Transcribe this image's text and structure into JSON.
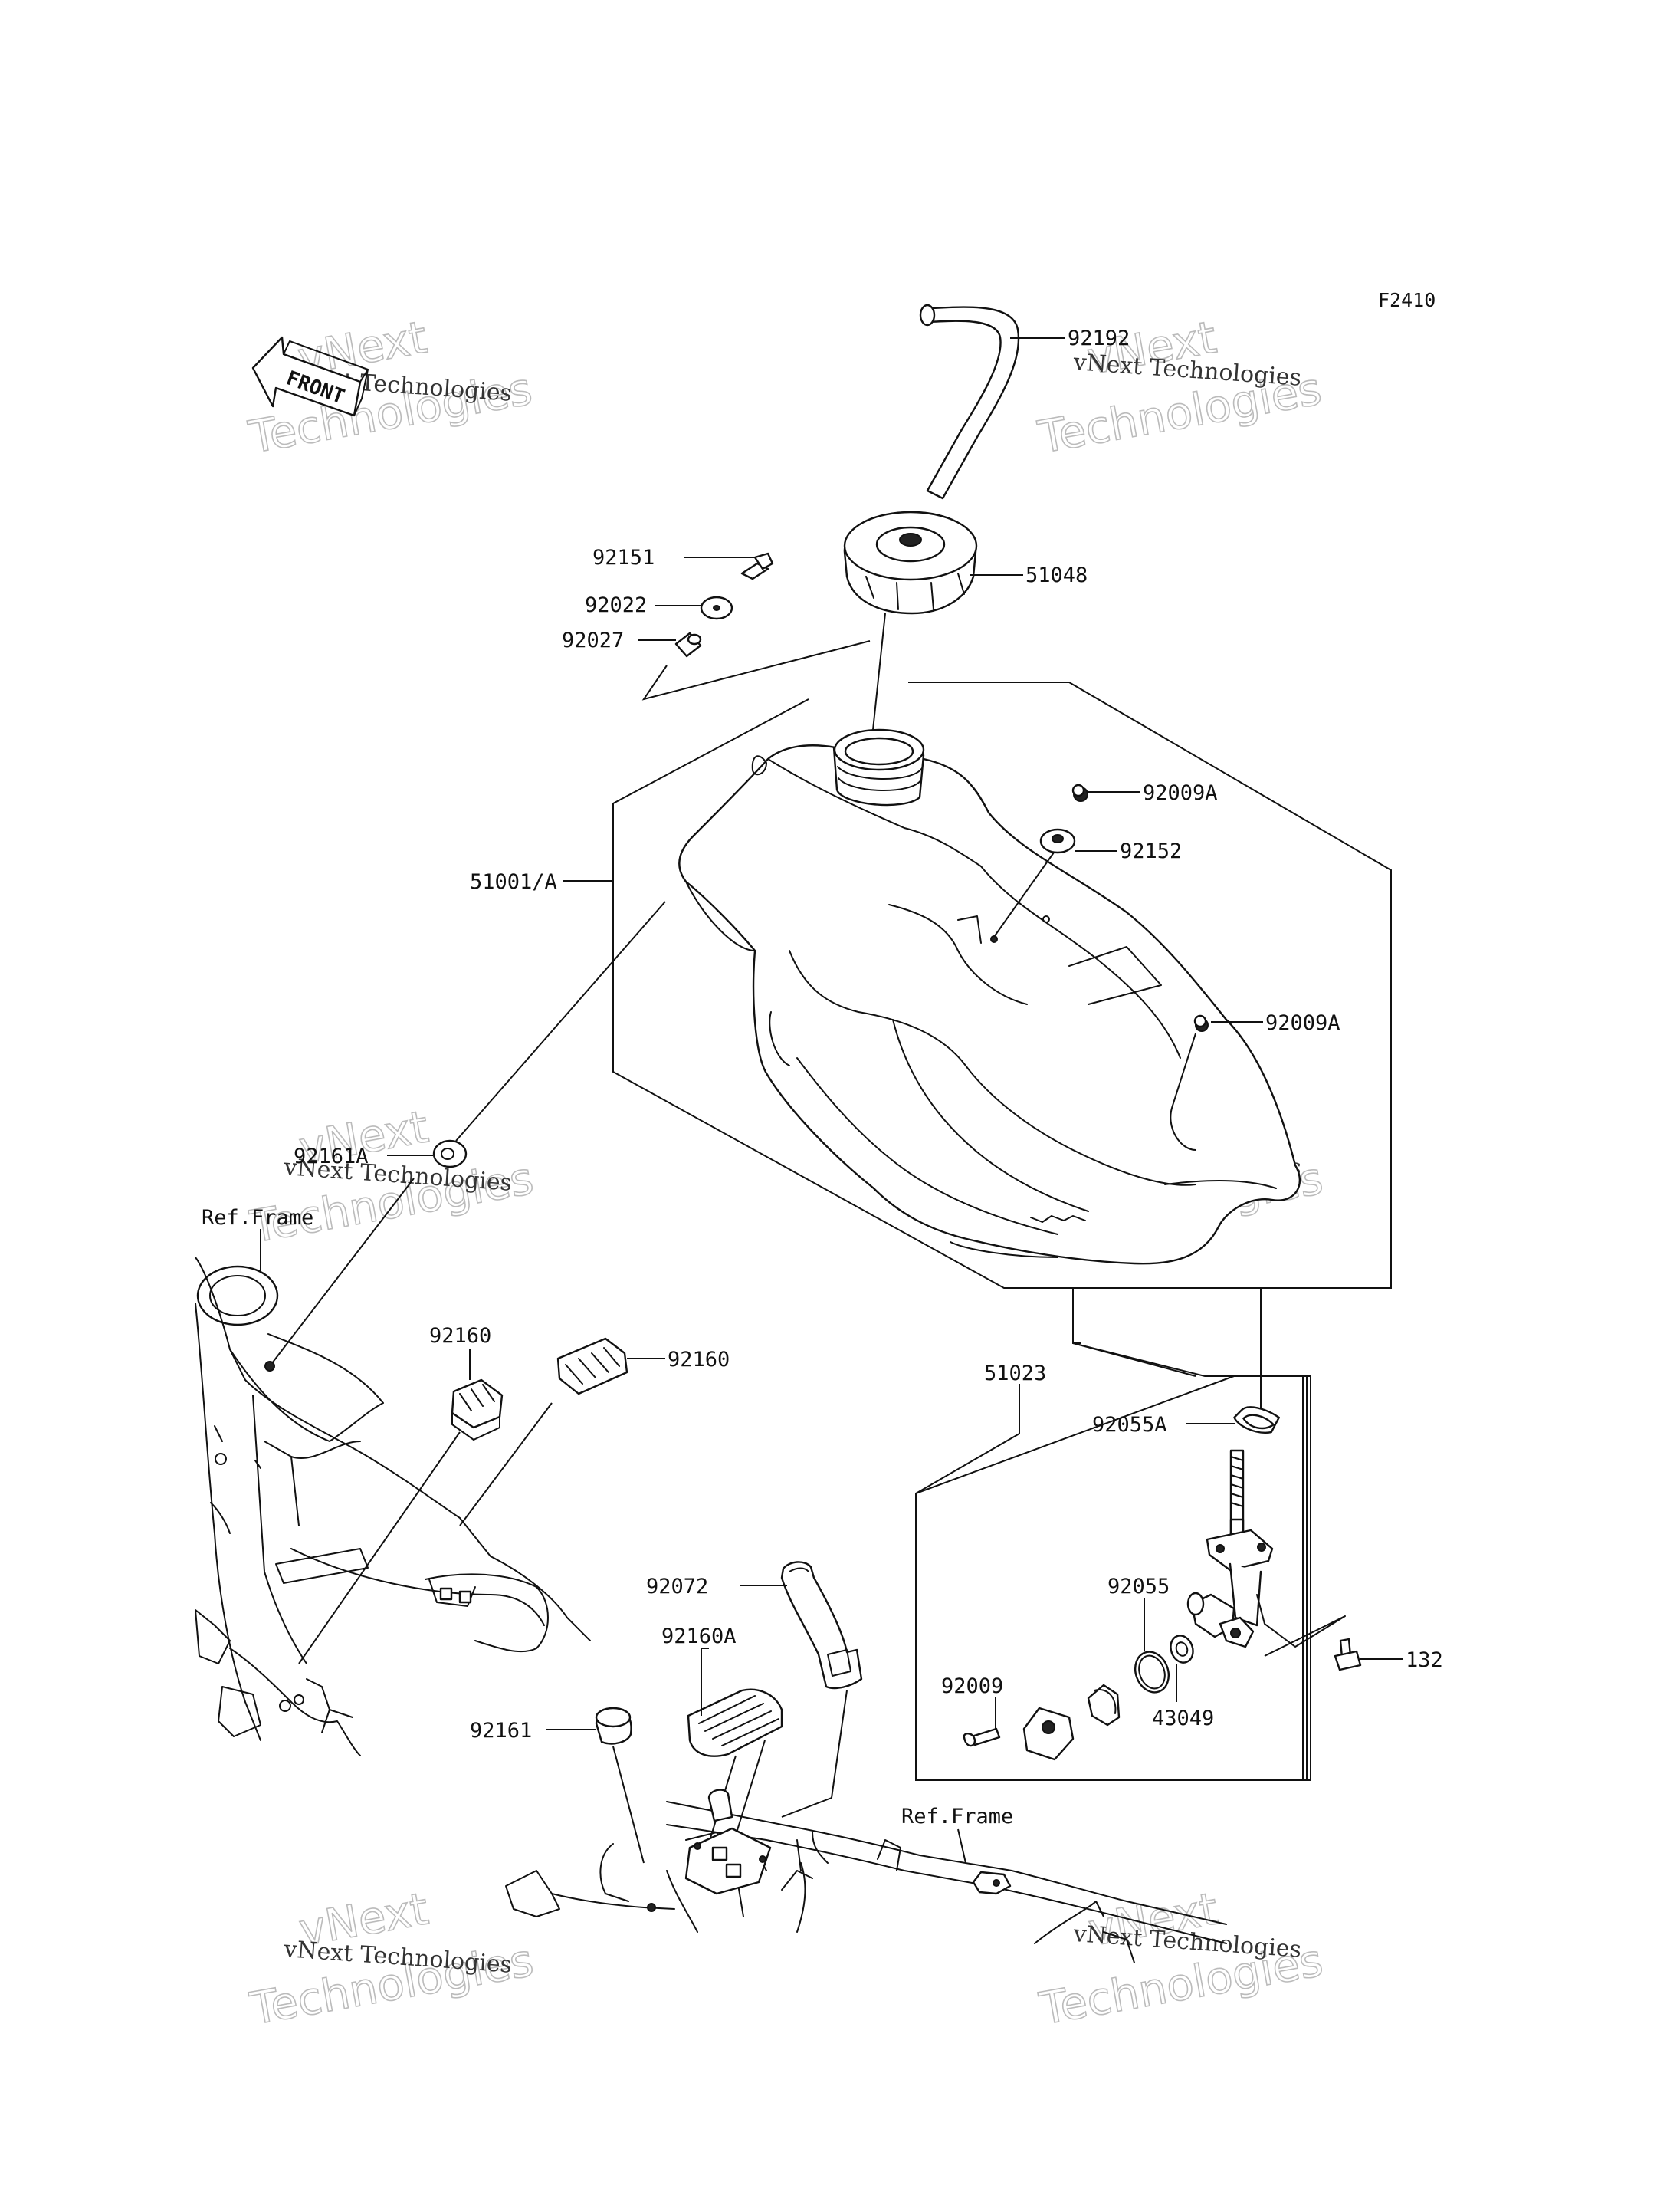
{
  "sheet_code": "F2410",
  "front_arrow": "FRONT",
  "watermark": {
    "line1": "vNext Technologies",
    "line2": "vNext",
    "line3": "Technologies"
  },
  "labels": {
    "p92192": "92192",
    "p51048": "51048",
    "p92151": "92151",
    "p92022": "92022",
    "p92027": "92027",
    "p92009A_top": "92009A",
    "p92152": "92152",
    "p51001A": "51001/A",
    "p92009A_mid": "92009A",
    "p92161A": "92161A",
    "ref_frame_left": "Ref.Frame",
    "p92160_left": "92160",
    "p92160_right": "92160",
    "p51023": "51023",
    "p92055A": "92055A",
    "p92055": "92055",
    "p92009": "92009",
    "p43049": "43049",
    "p132": "132",
    "p92072": "92072",
    "p92160A": "92160A",
    "p92161": "92161",
    "ref_frame_bottom": "Ref.Frame"
  },
  "colors": {
    "ink": "#111111",
    "paper": "#ffffff",
    "watermark": "#bbbbbb"
  }
}
